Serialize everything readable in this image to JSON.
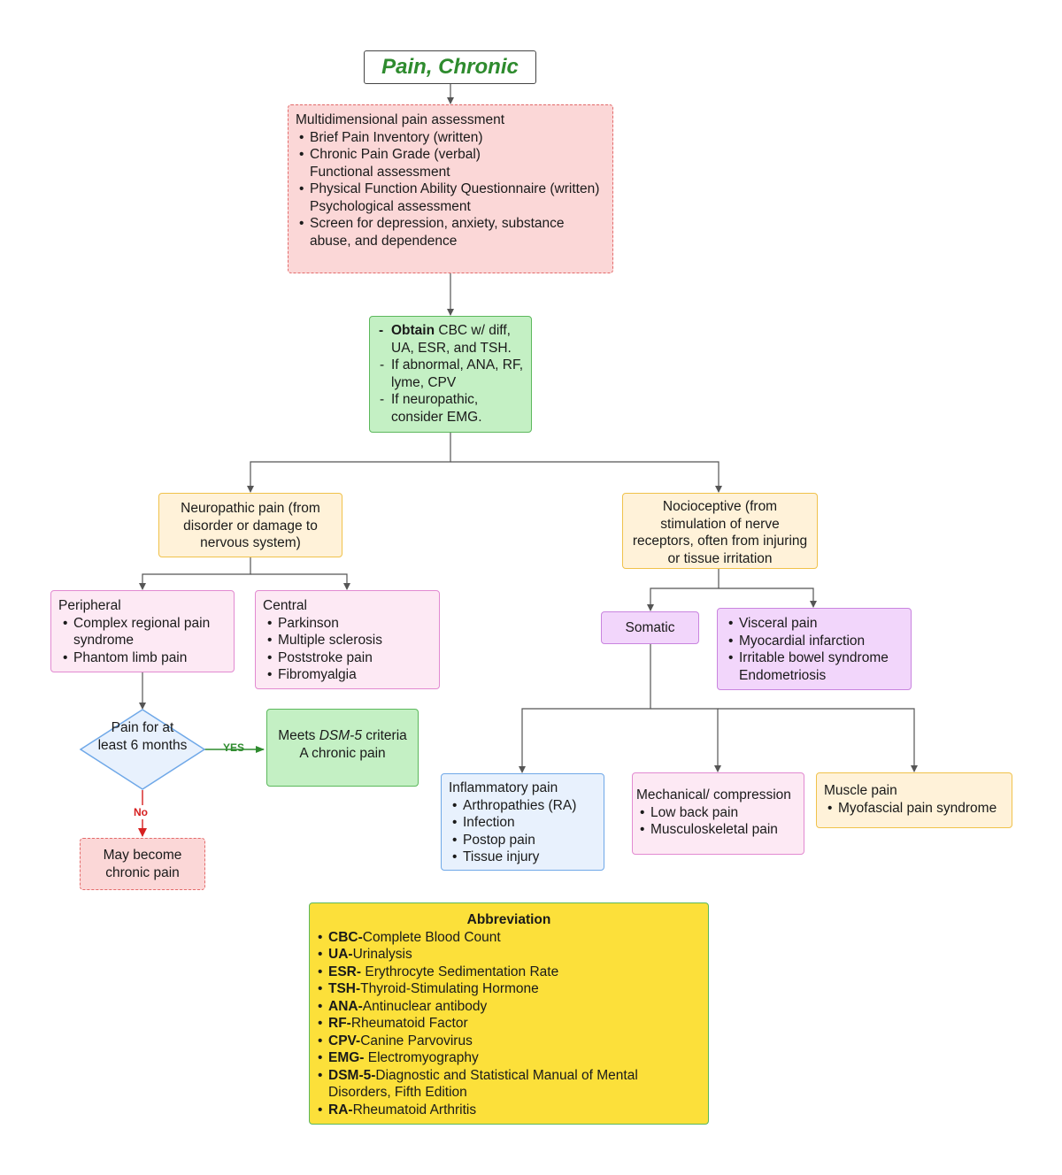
{
  "title": "Pain, Chronic",
  "assessment": {
    "heading": "Multidimensional pain assessment",
    "lines": [
      {
        "bullet": true,
        "text": " Brief Pain Inventory (written)"
      },
      {
        "bullet": true,
        "text": "Chronic Pain Grade (verbal)"
      },
      {
        "bullet": false,
        "text": "Functional assessment"
      },
      {
        "bullet": true,
        "text": "Physical Function Ability Questionnaire (written)"
      },
      {
        "bullet": false,
        "text": "Psychological assessment"
      },
      {
        "bullet": true,
        "text": "Screen for depression, anxiety, substance abuse, and dependence"
      }
    ]
  },
  "labs": {
    "obtain_bold": "Obtain",
    "obtain_rest": " CBC w/ diff, UA, ESR, and TSH.",
    "abnormal": "If abnormal, ANA, RF, lyme, CPV",
    "neuropathic": "If neuropathic, consider EMG."
  },
  "neuropathic": "Neuropathic pain (from disorder or damage to nervous system)",
  "nociceptive": "Nocioceptive (from stimulation of nerve receptors, often from injuring or tissue irritation",
  "peripheral": {
    "heading": "Peripheral",
    "items": [
      "Complex regional pain syndrome",
      "Phantom limb pain"
    ]
  },
  "central": {
    "heading": "Central",
    "items": [
      "Parkinson",
      "Multiple sclerosis",
      "Poststroke pain",
      "Fibromyalgia"
    ]
  },
  "somatic": "Somatic",
  "visceral": {
    "items": [
      "Visceral pain",
      "Myocardial infarction",
      "Irritable bowel syndrome"
    ],
    "extra": "Endometriosis"
  },
  "decision": {
    "text": "Pain for at least 6 months",
    "yes": "YES",
    "no": "No"
  },
  "dsm": {
    "pre": "Meets ",
    "italic": "DSM-5",
    "post": " criteria A chronic pain"
  },
  "may_become": "May become chronic pain",
  "inflammatory": {
    "heading": "Inflammatory pain",
    "items": [
      "Arthropathies (RA)",
      "Infection",
      "Postop pain",
      "Tissue injury"
    ]
  },
  "mechanical": {
    "heading": "Mechanical/ compression",
    "items": [
      "Low back pain",
      "Musculoskeletal pain"
    ]
  },
  "muscle": {
    "heading": "Muscle pain",
    "items": [
      "Myofascial pain syndrome"
    ]
  },
  "abbreviations": {
    "heading": "Abbreviation",
    "items": [
      {
        "abbr": "CBC-",
        "def": "Complete Blood Count"
      },
      {
        "abbr": "UA-",
        "def": "Urinalysis"
      },
      {
        "abbr": "ESR-",
        "def": " Erythrocyte Sedimentation Rate"
      },
      {
        "abbr": "TSH-",
        "def": "Thyroid-Stimulating Hormone"
      },
      {
        "abbr": "ANA-",
        "def": "Antinuclear antibody"
      },
      {
        "abbr": "RF-",
        "def": "Rheumatoid Factor"
      },
      {
        "abbr": "CPV-",
        "def": "Canine Parvovirus"
      },
      {
        "abbr": "EMG-",
        "def": " Electromyography"
      },
      {
        "abbr": "DSM-5-",
        "def": "Diagnostic and Statistical Manual of Mental Disorders, Fifth Edition"
      },
      {
        "abbr": "RA-",
        "def": "Rheumatoid Arthritis"
      }
    ]
  }
}
